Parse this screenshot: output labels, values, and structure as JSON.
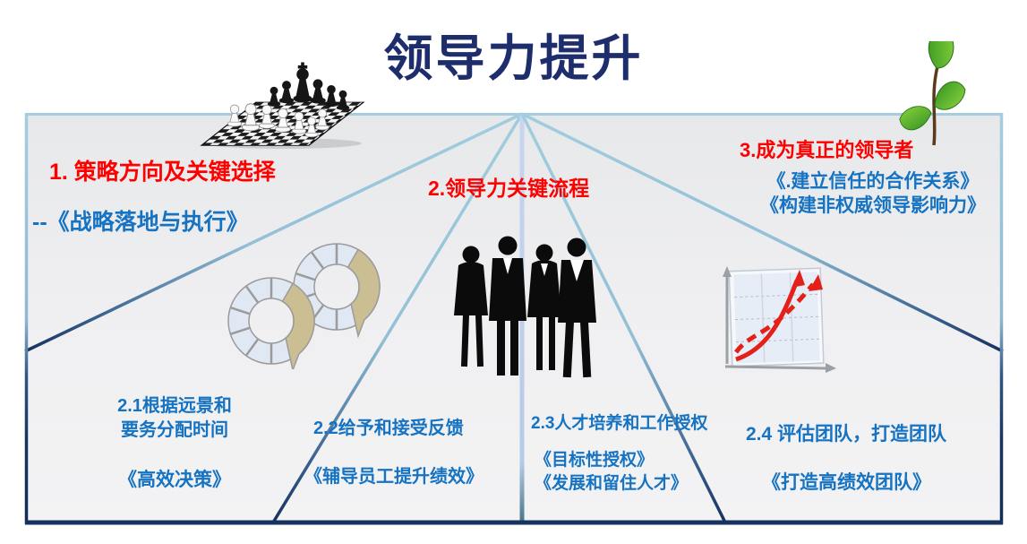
{
  "title": "领导力提升",
  "colors": {
    "accent_red": "#fe0000",
    "accent_blue": "#1673c2",
    "title_navy": "#1e2e6d",
    "frame_light_blue": "#a4cede",
    "frame_dark_navy": "#16335f",
    "cycle_tan": "#cbbe92",
    "cycle_pale_blue": "#dfe8f3",
    "chart_red": "#e32119"
  },
  "top_sections": {
    "s1": {
      "heading": "1. 策略方向及关键选择",
      "book": "--《战略落地与执行》"
    },
    "s2": {
      "heading": "2.领导力关键流程"
    },
    "s3": {
      "heading": "3.成为真正的领导者",
      "book1": "《.建立信任的合作关系》",
      "book2": "《构建非权威领导影响力》"
    }
  },
  "bottom_sections": [
    {
      "heading_line1": "2.1根据远景和",
      "heading_line2": "要务分配时间",
      "book": "《高效决策》"
    },
    {
      "heading_line1": "2.2给予和接受反馈",
      "book": "《辅导员工提升绩效》"
    },
    {
      "heading_line1": "2.3人才培养和工作授权",
      "book": "《目标性授权》",
      "book2": "《发展和留住人才》"
    },
    {
      "heading_line1": "2.4 评估团队，打造团队",
      "book": "《打造高绩效团队》"
    }
  ],
  "icons": {
    "chess": "chess-board-with-pieces",
    "plant": "green-sprout",
    "cycles": "two-cycle-ring-diagrams",
    "people": "business-people-silhouettes",
    "chart": "growth-chart-rising-arrows"
  }
}
